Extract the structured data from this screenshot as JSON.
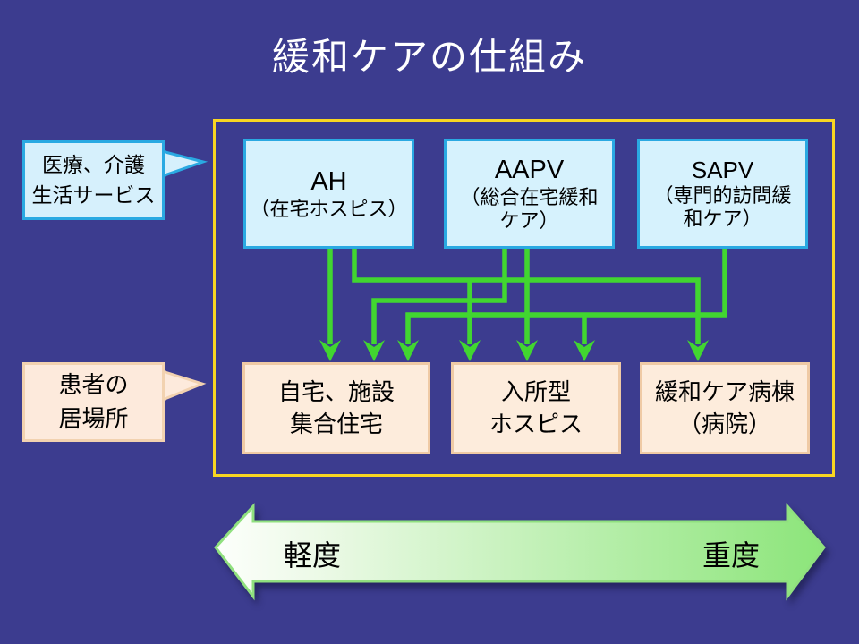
{
  "title": "緩和ケアの仕組み",
  "callouts": {
    "services": {
      "line1": "医療、介護",
      "line2": "生活サービス"
    },
    "patient": {
      "line1": "患者の",
      "line2": "居場所"
    }
  },
  "top_boxes": [
    {
      "title": "AH",
      "sub1": "（在宅ホスピス）",
      "sub2": ""
    },
    {
      "title": "AAPV",
      "sub1": "（総合在宅緩和",
      "sub2": "ケア）"
    },
    {
      "title": "SAPV",
      "sub1": "（専門的訪問緩",
      "sub2": "和ケア）"
    }
  ],
  "bottom_boxes": [
    {
      "line1": "自宅、施設",
      "line2": "集合住宅"
    },
    {
      "line1": "入所型",
      "line2": "ホスピス"
    },
    {
      "line1": "緩和ケア病棟",
      "line2": "（病院）"
    }
  ],
  "severity": {
    "left": "軽度",
    "right": "重度"
  },
  "connections": [
    {
      "from": "AH",
      "to": "自宅、施設 集合住宅"
    },
    {
      "from": "AH",
      "to": "入所型ホスピス"
    },
    {
      "from": "AH",
      "to": "緩和ケア病棟（病院）"
    },
    {
      "from": "AAPV",
      "to": "自宅、施設 集合住宅"
    },
    {
      "from": "AAPV",
      "to": "入所型ホスピス"
    },
    {
      "from": "SAPV",
      "to": "自宅、施設 集合住宅"
    },
    {
      "from": "SAPV",
      "to": "入所型ホスピス"
    }
  ],
  "colors": {
    "background": "#3c3c8f",
    "frame_yellow": "#f8d622",
    "box_blue_fill": "#d6f2fd",
    "box_blue_border": "#2aa9e2",
    "box_peach_fill": "#fdecdc",
    "box_peach_border": "#efcaa5",
    "connector_green": "#41d630",
    "severity_gradient_start": "#fdfffc",
    "severity_gradient_end": "#8ce57a"
  }
}
